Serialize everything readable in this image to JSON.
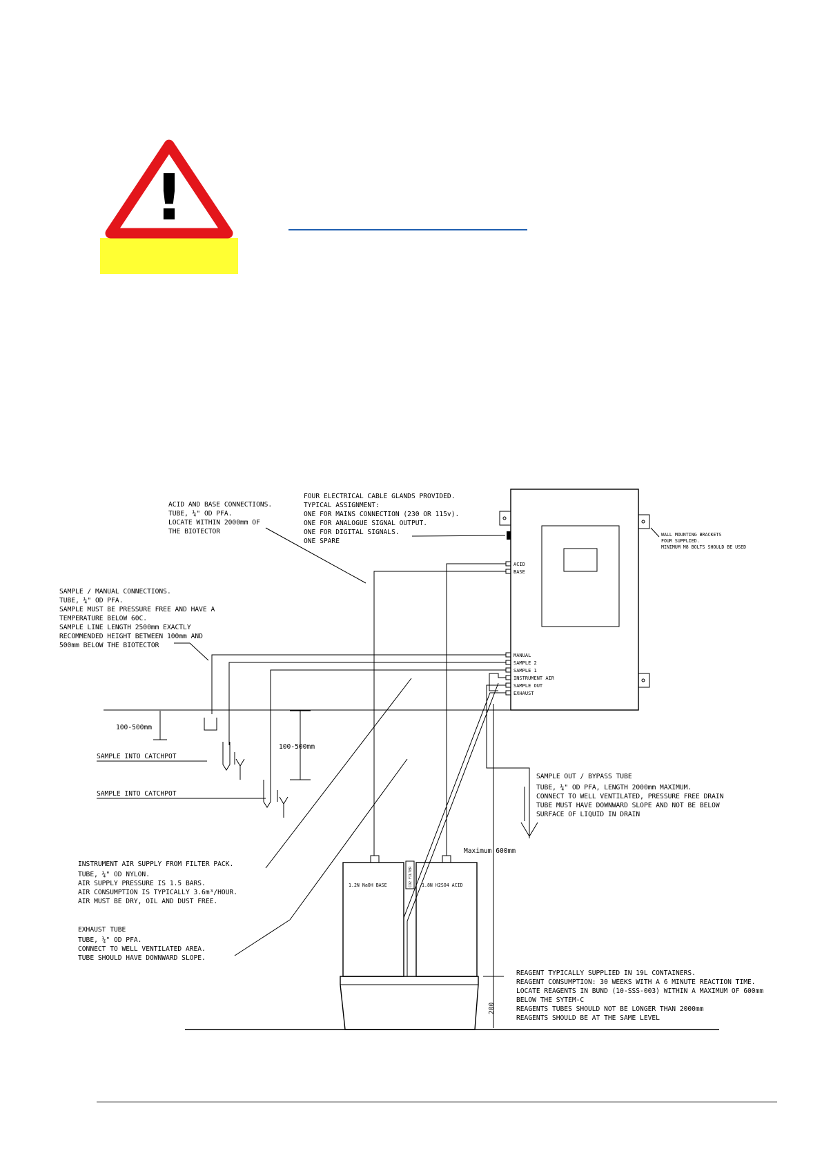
{
  "warning": {
    "icon": "warning-triangle-icon",
    "exclamation": "!",
    "triangle_color": "#e3161b",
    "label_bg_color": "#ffff33",
    "link_color": "#1f5fb0"
  },
  "ports": {
    "acid": "ACID",
    "base": "BASE",
    "manual": "MANUAL",
    "sample2": "SAMPLE 2",
    "sample1": "SAMPLE 1",
    "instrument_air": "INSTRUMENT AIR",
    "sample_out": "SAMPLE OUT",
    "exhaust": "EXHAUST"
  },
  "notes": {
    "acid_base": [
      "ACID AND BASE CONNECTIONS.",
      "TUBE, ¼\" OD PFA.",
      "LOCATE WITHIN 2000mm OF",
      "THE BIOTECTOR"
    ],
    "glands": [
      "FOUR ELECTRICAL CABLE GLANDS PROVIDED.",
      "TYPICAL ASSIGNMENT:",
      "ONE FOR MAINS CONNECTION (230 OR 115v).",
      "ONE FOR ANALOGUE SIGNAL OUTPUT.",
      "ONE FOR DIGITAL SIGNALS.",
      "ONE SPARE"
    ],
    "brackets": [
      "WALL MOUNTING BRACKETS",
      "FOUR SUPPLIED.",
      "MINIMUM M8 BOLTS SHOULD BE USED"
    ],
    "sample_manual": [
      "SAMPLE / MANUAL CONNECTIONS.",
      "TUBE, ¼\" OD PFA.",
      "SAMPLE MUST BE PRESSURE FREE AND HAVE A",
      "TEMPERATURE BELOW 60C.",
      "SAMPLE LINE LENGTH 2500mm EXACTLY",
      "RECOMMENDED HEIGHT BETWEEN 100mm AND",
      "500mm BELOW THE BIOTECTOR"
    ],
    "sample_out": [
      "SAMPLE OUT / BYPASS TUBE",
      "TUBE, ¼\" OD PFA, LENGTH 2000mm MAXIMUM.",
      "CONNECT TO WELL VENTILATED, PRESSURE FREE DRAIN",
      "TUBE MUST HAVE DOWNWARD SLOPE AND NOT BE BELOW",
      "SURFACE OF LIQUID IN DRAIN"
    ],
    "instrument_air": [
      "INSTRUMENT AIR SUPPLY FROM FILTER PACK.",
      "TUBE, ¼\" OD NYLON.",
      "AIR SUPPLY PRESSURE IS 1.5 BARS.",
      "AIR CONSUMPTION IS TYPICALLY 3.6m³/HOUR.",
      "AIR MUST BE DRY, OIL AND DUST FREE."
    ],
    "exhaust": [
      "EXHAUST TUBE",
      "TUBE, ¼\" OD PFA.",
      "CONNECT TO WELL VENTILATED AREA.",
      "TUBE SHOULD HAVE DOWNWARD SLOPE."
    ],
    "reagent": [
      "REAGENT TYPICALLY SUPPLIED IN 19L CONTAINERS.",
      "REAGENT CONSUMPTION: 30 WEEKS WITH A 6 MINUTE REACTION TIME.",
      "LOCATE REAGENTS IN BUND (10-SSS-003) WITHIN A MAXIMUM OF 600mm",
      "BELOW THE SYTEM-C",
      "REAGENTS TUBES SHOULD NOT BE LONGER THAN 2000mm",
      "REAGENTS SHOULD BE AT THE SAME LEVEL"
    ]
  },
  "dims": {
    "height1": "100-500mm",
    "height2": "100-500mm",
    "max_600": "Maximum 600mm",
    "bund_200": "200"
  },
  "catchpot": {
    "label1": "SAMPLE INTO CATCHPOT",
    "label2": "SAMPLE INTO CATCHPOT"
  },
  "containers": {
    "base": "1.2N NaOH BASE",
    "acid": "1.8N H2SO4 ACID",
    "filter": "CO2 FILTER"
  }
}
